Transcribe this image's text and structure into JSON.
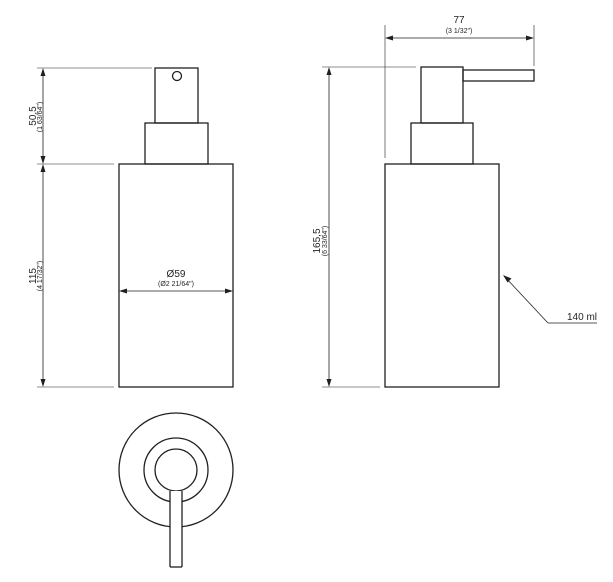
{
  "drawing": {
    "title": "",
    "front_view": {
      "pump_height": {
        "value": "50,5",
        "imperial": "(1 63/64\")"
      },
      "body_height": {
        "value": "115",
        "imperial": "(4 17/32\")"
      },
      "diameter": {
        "value": "Ø59",
        "imperial": "(Ø2 21/64\")"
      }
    },
    "side_view": {
      "depth": {
        "value": "77",
        "imperial": "(3 1/32\")"
      },
      "total_height": {
        "value": "165,5",
        "imperial": "(6 33/64\")"
      },
      "capacity": {
        "value": "140 ml"
      }
    },
    "top_view": {},
    "line_color": "#231f20"
  }
}
